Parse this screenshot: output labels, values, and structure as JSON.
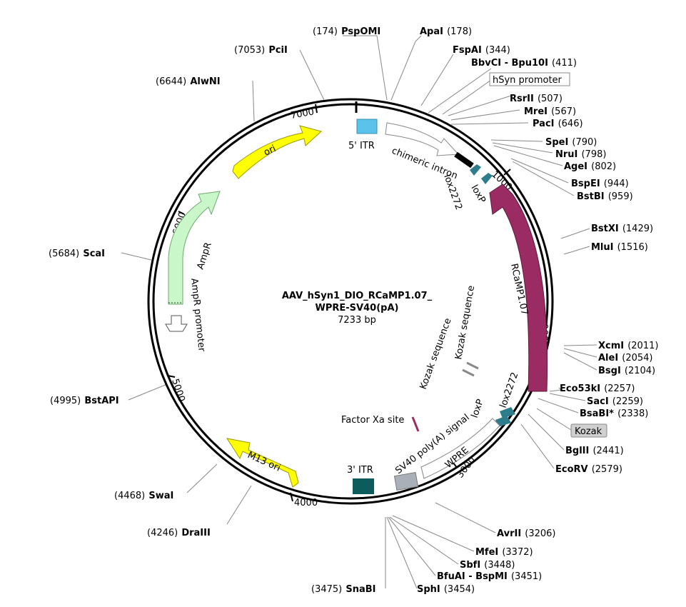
{
  "plasmid": {
    "name_line1": "AAV_hSyn1_DIO_RCaMP1.07_",
    "name_line2": "WPRE-SV40(pA)",
    "length_label": "7233 bp",
    "total_bp": 7233
  },
  "ticks": [
    "1000",
    "2000",
    "3000",
    "4000",
    "5000",
    "6000",
    "7000"
  ],
  "sites": [
    {
      "name": "PspOMI",
      "pos": "(174)"
    },
    {
      "name": "ApaI",
      "pos": "(178)"
    },
    {
      "name": "FspAI",
      "pos": "(344)"
    },
    {
      "name": "BbvCI - Bpu10I",
      "pos": "(411)"
    },
    {
      "name": "RsrII",
      "pos": "(507)"
    },
    {
      "name": "MreI",
      "pos": "(567)"
    },
    {
      "name": "PacI",
      "pos": "(646)"
    },
    {
      "name": "SpeI",
      "pos": "(790)"
    },
    {
      "name": "NruI",
      "pos": "(798)"
    },
    {
      "name": "AgeI",
      "pos": "(802)"
    },
    {
      "name": "BspEI",
      "pos": "(944)"
    },
    {
      "name": "BstBI",
      "pos": "(959)"
    },
    {
      "name": "BstXI",
      "pos": "(1429)"
    },
    {
      "name": "MluI",
      "pos": "(1516)"
    },
    {
      "name": "XcmI",
      "pos": "(2011)"
    },
    {
      "name": "AleI",
      "pos": "(2054)"
    },
    {
      "name": "BsgI",
      "pos": "(2104)"
    },
    {
      "name": "Eco53kI",
      "pos": "(2257)"
    },
    {
      "name": "SacI",
      "pos": "(2259)"
    },
    {
      "name": "BsaBI*",
      "pos": "(2338)"
    },
    {
      "name": "BglII",
      "pos": "(2441)"
    },
    {
      "name": "EcoRV",
      "pos": "(2579)"
    },
    {
      "name": "AvrII",
      "pos": "(3206)"
    },
    {
      "name": "MfeI",
      "pos": "(3372)"
    },
    {
      "name": "SbfI",
      "pos": "(3448)"
    },
    {
      "name": "BfuAI - BspMI",
      "pos": "(3451)"
    },
    {
      "name": "SphI",
      "pos": "(3454)"
    },
    {
      "name": "SnaBI",
      "pos": "(3475)"
    },
    {
      "name": "DraIII",
      "pos": "(4246)"
    },
    {
      "name": "SwaI",
      "pos": "(4468)"
    },
    {
      "name": "BstAPI",
      "pos": "(4995)"
    },
    {
      "name": "ScaI",
      "pos": "(5684)"
    },
    {
      "name": "AlwNI",
      "pos": "(6644)"
    },
    {
      "name": "PciI",
      "pos": "(7053)"
    }
  ],
  "boxed_labels": {
    "hsyn": "hSyn promoter",
    "kozak": "Kozak"
  },
  "features": {
    "itr5": "5' ITR",
    "chimeric": "chimeric intron",
    "lox2272_a": "lox2272",
    "loxp_a": "loxP",
    "rcamp": "RCaMP1.07",
    "kozak_seq_1": "Kozak sequence",
    "kozak_seq_2": "Kozak sequence",
    "lox2272_b": "lox2272",
    "loxp_b": "loxP",
    "factor_xa": "Factor Xa site",
    "sv40": "SV40 poly(A) signal",
    "wpre": "WPRE",
    "itr3": "3' ITR",
    "m13": "M13 ori",
    "ampr": "AmpR",
    "ampr_promoter": "AmpR promoter",
    "ori": "ori"
  },
  "colors": {
    "itr5": "#5bc3eb",
    "itr3": "#0c5c5c",
    "lox": "#2e7d8c",
    "rcamp": "#9a2b63",
    "ori": "#ffff00",
    "ampr": "#c9f7c9",
    "sv40": "#aab0b8",
    "kozak_box": "#d0d0d0"
  }
}
